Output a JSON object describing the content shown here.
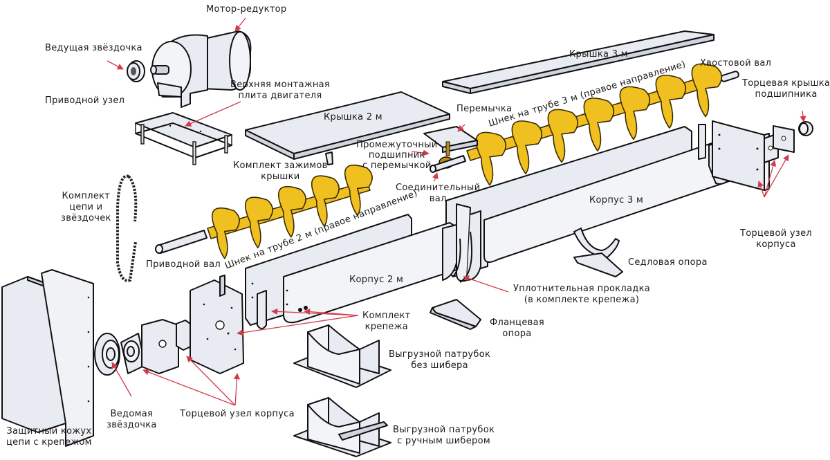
{
  "diagram": {
    "title": "Шнековый конвейер — покомпонентный вид",
    "colors": {
      "arrow": "#d23a4a",
      "screw_blade": "#f0c020",
      "metal_part": "#e8ebf2",
      "outline": "#111111"
    },
    "labels": {
      "motor_reducer": "Мотор-редуктор",
      "drive_sprocket": "Ведущая звёздочка",
      "drive_unit": "Приводной узел",
      "motor_plate": [
        "Верхняя монтажная",
        "плита двигателя"
      ],
      "cover_2m": "Крышка 2 м",
      "cover_3m": "Крышка 3 м",
      "tail_shaft": "Хвостовой вал",
      "bearing_end_cap": [
        "Торцевая крышка",
        "подшипника"
      ],
      "bridge": "Перемычка",
      "screw_3m": "Шнек на трубе 3 м (правое направление)",
      "hanger_bearing": [
        "Промежуточный",
        "подшипник",
        "с перемычкой"
      ],
      "cover_clamps": [
        "Комплект зажимов",
        "крышки"
      ],
      "coupling_shaft": [
        "Соединительный",
        "вал"
      ],
      "chain_kit": [
        "Комплект",
        "цепи и",
        "звёздочек"
      ],
      "screw_2m": "Шнек на трубе 2 м (правое направление)",
      "drive_shaft": "Приводной вал",
      "housing_3m": "Корпус 3 м",
      "housing_end_unit_right": [
        "Торцевой узел",
        "корпуса"
      ],
      "saddle_support": "Седловая опора",
      "housing_2m": "Корпус 2 м",
      "gasket": [
        "Уплотнительная прокладка",
        "(в комплекте крепежа)"
      ],
      "fastener_kit": [
        "Комплект",
        "крепежа"
      ],
      "flange_support": [
        "Фланцевая",
        "опора"
      ],
      "discharge_no_gate": [
        "Выгрузной патрубок",
        "без шибера"
      ],
      "discharge_manual_gate": [
        "Выгрузной патрубок",
        "с ручным шибером"
      ],
      "chain_guard": [
        "Защитный кожух",
        "цепи с крепежом"
      ],
      "driven_sprocket": [
        "Ведомая",
        "звёздочка"
      ],
      "housing_end_unit_left": "Торцевой узел корпуса"
    }
  }
}
